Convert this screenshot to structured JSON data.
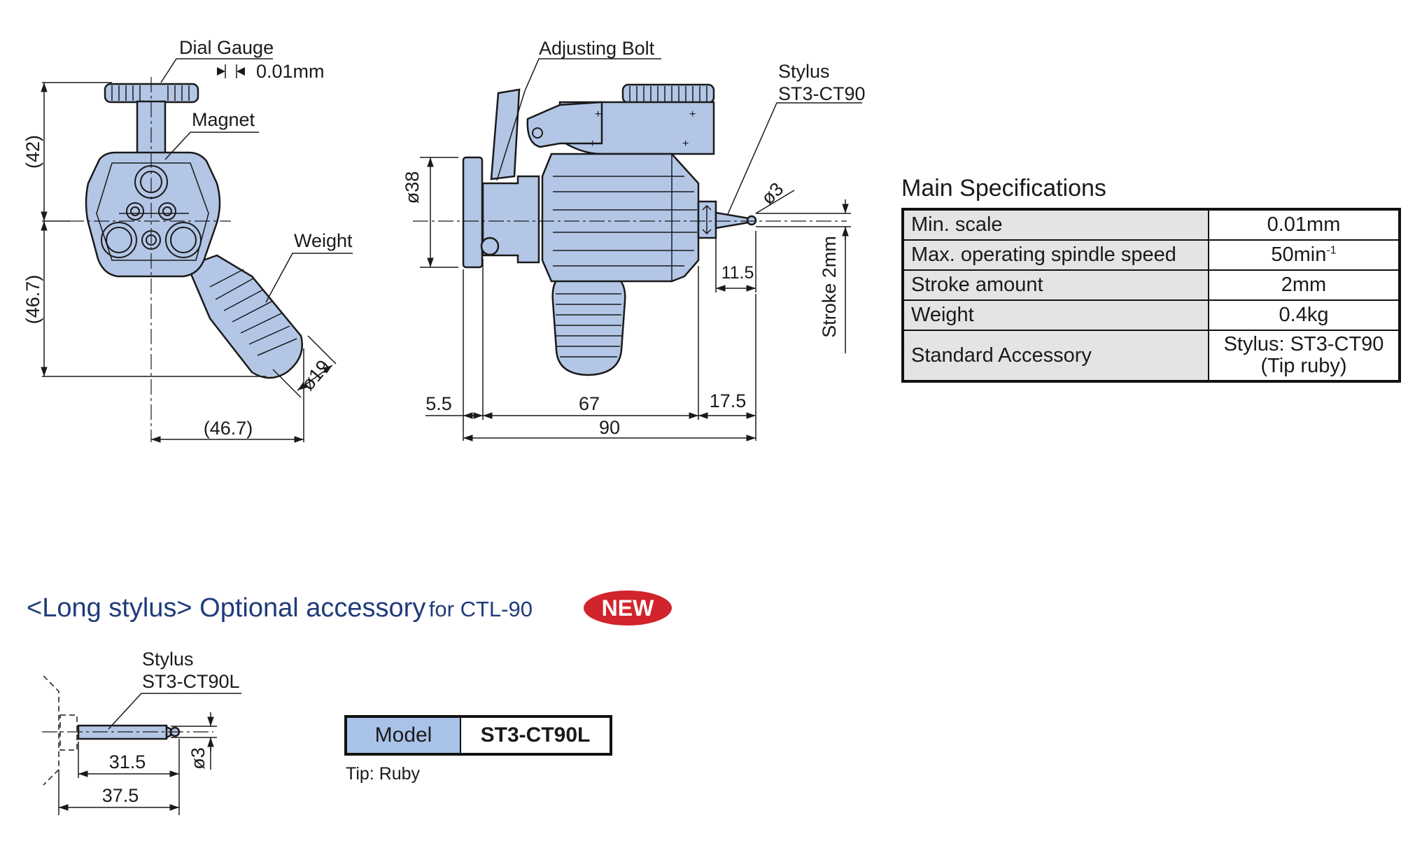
{
  "drawing_labels": {
    "dial_gauge": "Dial Gauge",
    "dial_resolution": "0.01mm",
    "magnet": "Magnet",
    "weight": "Weight",
    "adjusting_bolt": "Adjusting Bolt",
    "stylus": "Stylus",
    "stylus_model": "ST3-CT90",
    "stroke": "Stroke 2mm"
  },
  "dimensions": {
    "left_height_top": "(42)",
    "left_height_bottom": "(46.7)",
    "left_width": "(46.7)",
    "weight_dia": "ø19",
    "body_dia": "ø38",
    "tip_dia": "ø3",
    "stylus_offset": "11.5",
    "flange": "5.5",
    "body_len": "67",
    "stylus_len": "17.5",
    "total_len": "90"
  },
  "specs": {
    "title": "Main Specifications",
    "rows": [
      {
        "label": "Min. scale",
        "value": "0.01mm"
      },
      {
        "label": "Max. operating spindle speed",
        "value_base": "50min",
        "value_sup": "-1"
      },
      {
        "label": "Stroke amount",
        "value": "2mm"
      },
      {
        "label": "Weight",
        "value": "0.4kg"
      },
      {
        "label": "Standard Accessory",
        "value_line1": "Stylus: ST3-CT90",
        "value_line2": "(Tip ruby)"
      }
    ]
  },
  "accessory": {
    "heading_main": "<Long stylus> Optional accessory",
    "heading_suffix": "for CTL-90",
    "badge": "NEW",
    "stylus": "Stylus",
    "stylus_model": "ST3-CT90L",
    "dim_a": "31.5",
    "dim_b": "37.5",
    "dim_dia": "ø3",
    "model_label": "Model",
    "model_value": "ST3-CT90L",
    "tip_note": "Tip: Ruby"
  },
  "colors": {
    "part_fill": "#b3c6e6",
    "badge": "#d1242c",
    "heading": "#1f3b7a",
    "model_cell": "#a9c2e8"
  }
}
